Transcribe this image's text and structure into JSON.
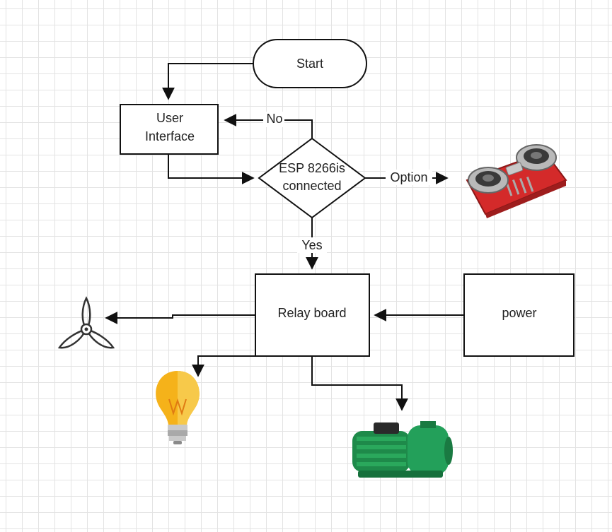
{
  "diagram": {
    "start_label": "Start",
    "user_interface_line1": "User",
    "user_interface_line2": "Interface",
    "decision_line1": "ESP 8266is",
    "decision_line2": "connected",
    "no_label": "No",
    "yes_label": "Yes",
    "option_label": "Option",
    "relay_label": "Relay board",
    "power_label": "power"
  },
  "icons": {
    "ultrasonic_sensor": "ultrasonic-sensor-icon",
    "fan": "fan-icon",
    "bulb": "light-bulb-icon",
    "pump": "water-pump-icon"
  },
  "colors": {
    "sensor_board": "#d42a2a",
    "bulb_glass": "#f5b21a",
    "pump_body": "#1e8a4a",
    "grid": "#e3e3e3"
  }
}
